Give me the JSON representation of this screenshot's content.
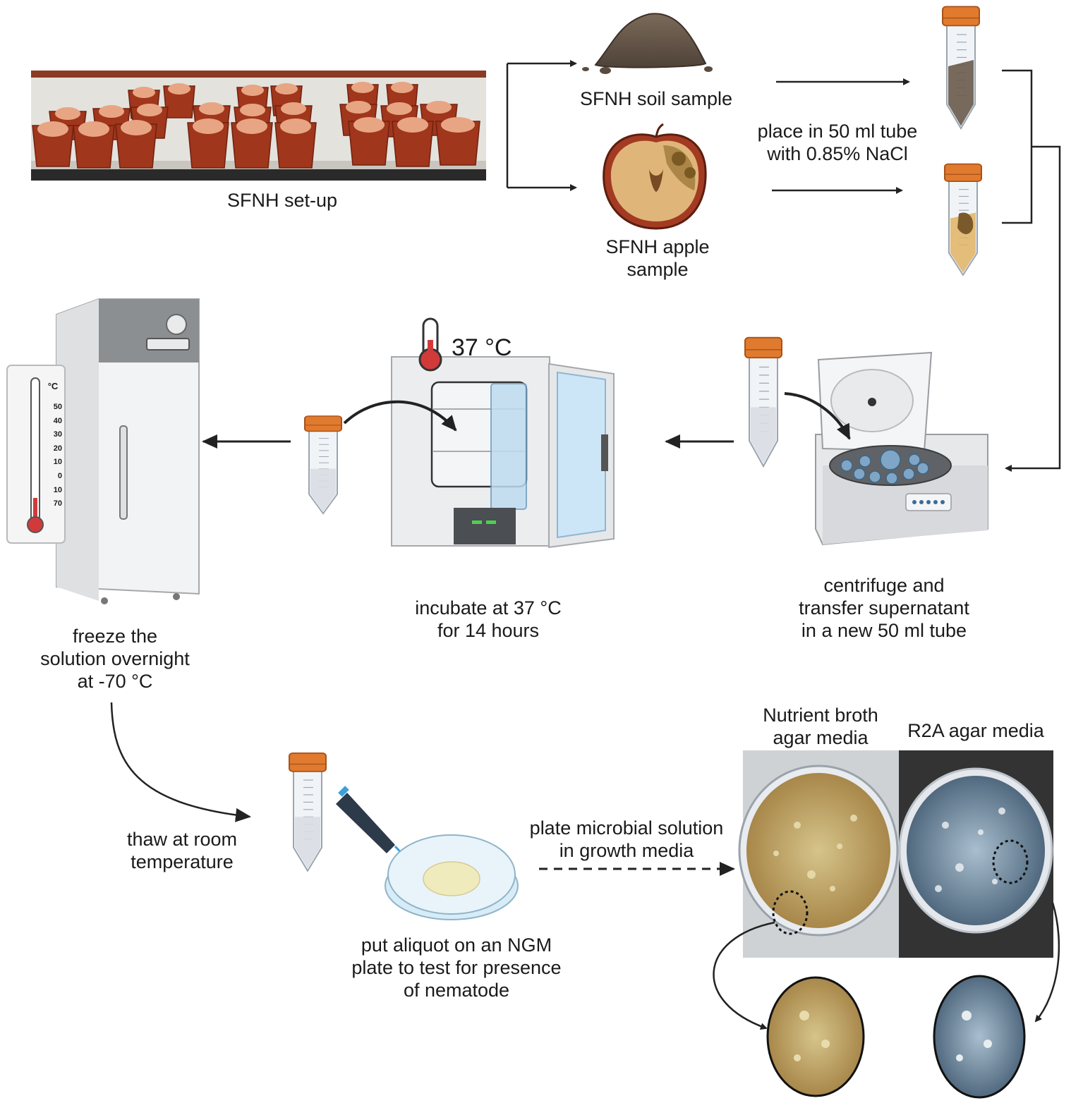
{
  "labels": {
    "setup": [
      "SFNH set-up"
    ],
    "soil": [
      "SFNH soil sample"
    ],
    "apple": [
      "SFNH apple",
      "sample"
    ],
    "place_tube": [
      "place in 50 ml tube",
      "with 0.85% NaCl"
    ],
    "centrifuge": [
      "centrifuge and",
      "transfer supernatant",
      "in a new 50 ml tube"
    ],
    "incubate": [
      "incubate at 37 °C",
      "for 14 hours"
    ],
    "freeze": [
      "freeze the",
      "solution overnight",
      "at -70 °C"
    ],
    "thaw": [
      "thaw at room",
      "temperature"
    ],
    "aliquot": [
      "put aliquot on an NGM",
      "plate to test for presence",
      "of nematode"
    ],
    "plate_solution": [
      "plate microbial solution",
      "in growth media"
    ],
    "nutrient_media": [
      "Nutrient broth",
      "agar media"
    ],
    "r2a_media": [
      "R2A agar media"
    ]
  },
  "incubator_temp": "37 °C",
  "thermometer": {
    "unit": "°C",
    "ticks": [
      "50",
      "40",
      "30",
      "20",
      "10",
      "0",
      "10",
      "70"
    ]
  },
  "colors": {
    "tube_cap": "#e07a2e",
    "soil": "#6b5a4a",
    "apple_skin": "#a33a22",
    "pot": "#a0361c",
    "thermo_red": "#d23a3a",
    "agar_nutrient": "#b39a52",
    "agar_r2a": "#5d7890",
    "arrow": "#222222"
  }
}
